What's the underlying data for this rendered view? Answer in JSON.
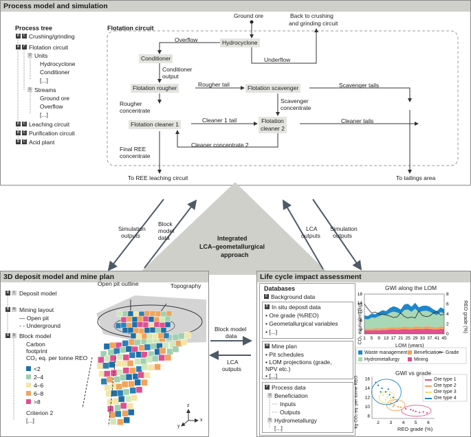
{
  "process": {
    "header": "Process model and simulation",
    "tree_title": "Process tree",
    "tree": [
      "Crushing/grinding",
      "Flotation circuit",
      "Units",
      "Hydrocyclone",
      "Conditioner",
      "[...]",
      "Streams",
      "Ground ore",
      "Overflow",
      "[...]",
      "Leaching circuit",
      "Purification circuit",
      "Acid plant"
    ],
    "circuit_title": "Flotation circuit",
    "units": {
      "hydrocyclone": "Hydrocyclone",
      "conditioner": "Conditioner",
      "rougher": "Flotation rougher",
      "scavenger": "Flotation scavenger",
      "cleaner1": "Flotation cleaner 1",
      "cleaner2a": "Flotation",
      "cleaner2b": "cleaner 2"
    },
    "streams": {
      "ground_ore": "Ground ore",
      "back1": "Back to crushing",
      "back2": "and grinding circuit",
      "overflow": "Overflow",
      "underflow": "Underflow",
      "cond_out1": "Conditioner",
      "cond_out2": "output",
      "rougher_tail": "Rougher tail",
      "scav_tails": "Scavenger tails",
      "rougher_conc1": "Rougher",
      "rougher_conc2": "concentrate",
      "scav_conc1": "Scavenger",
      "scav_conc2": "concentrate",
      "cleaner1_tail": "Cleaner 1 tail",
      "cleaner_tails": "Cleaner tails",
      "cleaner_conc2": "Cleaner concentrate 2",
      "final1": "Final REE",
      "final2": "concentrate",
      "to_leach": "To REE leaching circuit",
      "to_tail": "To tailings area"
    }
  },
  "center": {
    "title1": "Integrated",
    "title2": "LCA–geometallurgical",
    "title3": "approach",
    "left_a1": "Simulation",
    "left_a2": "outputs",
    "left_b1": "Block",
    "left_b2": "model",
    "left_b3": "data",
    "right_a1": "LCA",
    "right_a2": "outputs",
    "right_b1": "Simulation",
    "right_b2": "outputs",
    "mid_a1": "Block model",
    "mid_a2": "data",
    "mid_b1": "LCA",
    "mid_b2": "outputs"
  },
  "deposit": {
    "header": "3D deposit model and mine plan",
    "tree": [
      "Deposit model",
      "Mining layout",
      "— Open pit",
      "- - Underground",
      "Block model",
      "Carbon",
      "footprint",
      "CO₂ eq. per tonne REO",
      "Criterion 2",
      "[...]"
    ],
    "legend": [
      {
        "label": "<2",
        "color": "#1f6fa6"
      },
      {
        "label": "2–4",
        "color": "#9fd0b0"
      },
      {
        "label": "4–6",
        "color": "#f3e6a6"
      },
      {
        "label": "6–8",
        "color": "#f0a45c"
      },
      {
        "label": ">8",
        "color": "#e0508f"
      }
    ],
    "open_pit_outline": "Open pit outline",
    "topography": "Topography",
    "axes": {
      "z": "z",
      "y": "y",
      "x": "x"
    }
  },
  "lca": {
    "header": "Life cycle impact assessment",
    "db_title": "Databases",
    "bg": "Background data",
    "insitu": "In situ deposit data",
    "insitu_items": [
      "• Ore grade (%REO)",
      "• Geometallurgical variables",
      "• [...]"
    ],
    "mine": "Mine plan",
    "mine_items": [
      "• Pit schedules",
      "• LOM projections (grade,",
      "   NPV etc.)",
      "• [...]"
    ],
    "process": "Process data",
    "process_items": [
      "Beneficiation",
      "Inputs",
      "Outputs",
      "Hydrometallurgy",
      "[...]"
    ]
  },
  "colors": {
    "waste": "#1f86c8",
    "hydro": "#a8d8b5",
    "benef": "#f2a25c",
    "mining": "#e0508f",
    "grade": "#333333"
  },
  "chart_data": [
    {
      "type": "area",
      "title": "GWI along the LOM",
      "xlabel": "LOM (years)",
      "ylabel": "CO₂ equivalent (kg)",
      "y2label": "REO grade (%)",
      "ylim": [
        0,
        18
      ],
      "y2lim": [
        0,
        8
      ],
      "x": [
        1,
        3,
        5,
        7,
        9,
        11,
        13,
        15,
        17,
        19,
        21,
        23,
        25,
        27,
        29,
        31,
        33,
        35,
        37,
        39,
        41,
        43,
        45
      ],
      "x_ticks": [
        "1",
        "5",
        "9",
        "13",
        "17",
        "21",
        "25",
        "29",
        "33",
        "37",
        "41",
        "45"
      ],
      "y_ticks": [
        "2",
        "6",
        "10",
        "14",
        "18"
      ],
      "y2_ticks": [
        "0",
        "2",
        "4",
        "6",
        "8"
      ],
      "series": [
        {
          "name": "Mining",
          "values": [
            1.5,
            1.6,
            1.5,
            1.7,
            1.6,
            1.8,
            1.7,
            2.0,
            2.1,
            1.9,
            2.0,
            2.2,
            2.1,
            2.0,
            2.3,
            2.2,
            2.1,
            2.4,
            2.2,
            2.1,
            2.0,
            2.3,
            2.2
          ]
        },
        {
          "name": "Beneficiation",
          "values": [
            0.8,
            0.8,
            0.9,
            0.8,
            0.9,
            0.9,
            0.9,
            1.0,
            1.0,
            1.0,
            1.0,
            1.1,
            1.1,
            1.0,
            1.1,
            1.1,
            1.0,
            1.1,
            1.1,
            1.0,
            1.0,
            1.1,
            1.0
          ]
        },
        {
          "name": "Hydrometallurgy",
          "values": [
            4.5,
            4.2,
            5.0,
            4.8,
            5.5,
            6.0,
            5.8,
            6.5,
            7.0,
            6.8,
            6.0,
            7.5,
            7.8,
            7.0,
            8.0,
            6.5,
            7.2,
            7.0,
            6.8,
            6.0,
            5.5,
            6.5,
            6.0
          ]
        },
        {
          "name": "Waste management",
          "values": [
            1.5,
            1.5,
            1.8,
            1.6,
            1.8,
            2.0,
            1.9,
            2.2,
            2.4,
            2.3,
            2.0,
            2.5,
            2.6,
            2.3,
            2.7,
            2.2,
            2.4,
            2.3,
            2.2,
            2.0,
            1.8,
            2.1,
            2.0
          ]
        },
        {
          "name": "Grade",
          "axis": "y2",
          "values": [
            6.0,
            5.0,
            4.2,
            4.4,
            4.0,
            3.9,
            3.8,
            3.6,
            3.3,
            3.4,
            4.2,
            3.5,
            3.2,
            3.4,
            3.2,
            4.6,
            3.7,
            3.5,
            3.6,
            4.2,
            4.5,
            3.8,
            3.9
          ]
        }
      ],
      "legend": [
        "Waste management",
        "Beneficiation",
        "Hydrometallurgy",
        "Mining",
        "Grade"
      ]
    },
    {
      "type": "scatter",
      "title": "GWI vs grade",
      "xlabel": "REO grade (%)",
      "ylabel": "kg CO₂ eq. per tonne REO",
      "xlim": [
        1.5,
        6.5
      ],
      "ylim": [
        7.5,
        16.5
      ],
      "x_ticks": [
        "2",
        "3",
        "4",
        "5",
        "6"
      ],
      "y_ticks": [
        "8",
        "10",
        "12",
        "14",
        "16"
      ],
      "series": [
        {
          "name": "Ore type 1",
          "color": "#e0508f",
          "points": [
            [
              4.2,
              9.6
            ],
            [
              4.6,
              9.4
            ],
            [
              5.0,
              9.0
            ],
            [
              5.3,
              8.8
            ],
            [
              5.6,
              8.9
            ],
            [
              5.9,
              8.7
            ],
            [
              4.8,
              9.2
            ]
          ]
        },
        {
          "name": "Ore type 2",
          "color": "#f2a25c",
          "points": [
            [
              3.0,
              10.8
            ],
            [
              3.3,
              10.4
            ],
            [
              3.6,
              10.0
            ],
            [
              3.2,
              10.1
            ],
            [
              3.8,
              9.9
            ]
          ]
        },
        {
          "name": "Ore type 3",
          "color": "#f3e06a",
          "points": [
            [
              2.4,
              12.5
            ],
            [
              2.7,
              12.0
            ],
            [
              3.0,
              11.8
            ],
            [
              2.6,
              11.5
            ]
          ]
        },
        {
          "name": "Ore type 4",
          "color": "#1f86c8",
          "points": [
            [
              1.8,
              15.2
            ],
            [
              2.0,
              14.6
            ],
            [
              2.3,
              14.0
            ],
            [
              2.6,
              13.2
            ],
            [
              2.9,
              12.6
            ],
            [
              3.2,
              12.0
            ],
            [
              3.5,
              11.2
            ],
            [
              2.2,
              13.2
            ],
            [
              2.8,
              13.8
            ]
          ]
        }
      ]
    }
  ]
}
